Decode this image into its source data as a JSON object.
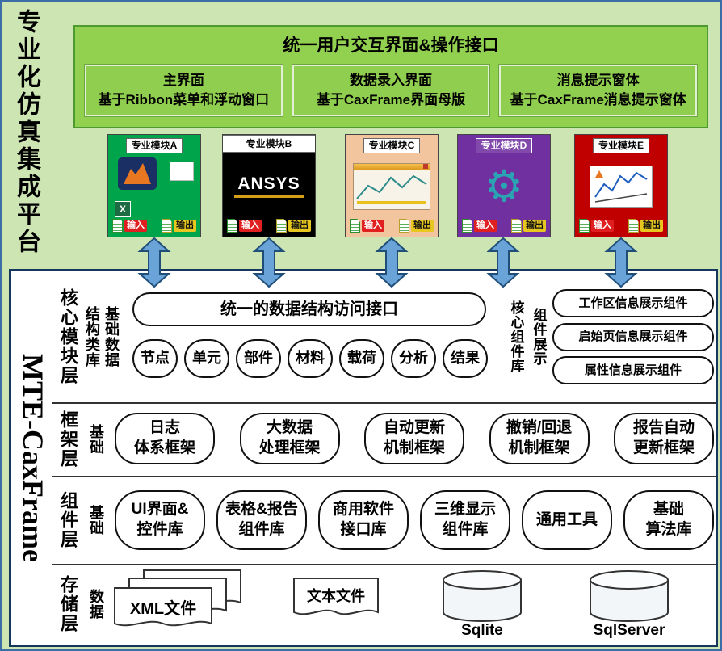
{
  "platform_title": "专业化仿真集成平台",
  "frame_title": "MTE-CaxFrame",
  "ui_section": {
    "title": "统一用户交互界面&操作接口",
    "panels": [
      {
        "line1": "主界面",
        "line2": "基于Ribbon菜单和浮动窗口"
      },
      {
        "line1": "数据录入界面",
        "line2": "基于CaxFrame界面母版"
      },
      {
        "line1": "消息提示窗体",
        "line2": "基于CaxFrame消息提示窗体"
      }
    ]
  },
  "io": {
    "input": "输入",
    "output": "输出"
  },
  "icons": {
    "gear": "⚙",
    "excel": "X"
  },
  "modules": [
    {
      "label": "专业模块A",
      "color": "#00a44a"
    },
    {
      "label": "专业模块B",
      "vendor": "ANSYS",
      "color": "#000000"
    },
    {
      "label": "专业模块C",
      "color": "#f2c59e"
    },
    {
      "label": "专业模块D",
      "color": "#7030a0"
    },
    {
      "label": "专业模块E",
      "color": "#c00000"
    }
  ],
  "layers": {
    "core": {
      "name": "核心模块层",
      "left_labels": [
        "结构类库",
        "基础数据"
      ],
      "interface": "统一的数据结构访问接口",
      "items": [
        "节点",
        "单元",
        "部件",
        "材料",
        "载荷",
        "分析",
        "结果"
      ],
      "right_labels": [
        "核心组件库",
        "组件展示"
      ],
      "right_items": [
        "工作区信息展示组件",
        "启始页信息展示组件",
        "属性信息展示组件"
      ]
    },
    "framework": {
      "name": "框架层",
      "sub_label": "基础",
      "items": [
        {
          "line1": "日志",
          "line2": "体系框架"
        },
        {
          "line1": "大数据",
          "line2": "处理框架"
        },
        {
          "line1": "自动更新",
          "line2": "机制框架"
        },
        {
          "line1": "撤销/回退",
          "line2": "机制框架"
        },
        {
          "line1": "报告自动",
          "line2": "更新框架"
        }
      ]
    },
    "component": {
      "name": "组件层",
      "sub_label": "基础",
      "items": [
        {
          "line1": "UI界面&",
          "line2": "控件库"
        },
        {
          "line1": "表格&报告",
          "line2": "组件库"
        },
        {
          "line1": "商用软件",
          "line2": "接口库"
        },
        {
          "line1": "三维显示",
          "line2": "组件库"
        },
        {
          "line1": "通用工具"
        },
        {
          "line1": "基础",
          "line2": "算法库"
        }
      ]
    },
    "storage": {
      "name": "存储层",
      "sub_label": "数据",
      "items": [
        "XML文件",
        "文本文件",
        "Sqlite",
        "SqlServer"
      ]
    }
  },
  "colors": {
    "top_background": "#cde4b3",
    "ui_green": "#92d050",
    "arrow_blue": "#6aa3d8",
    "frame_border": "#16375c"
  }
}
